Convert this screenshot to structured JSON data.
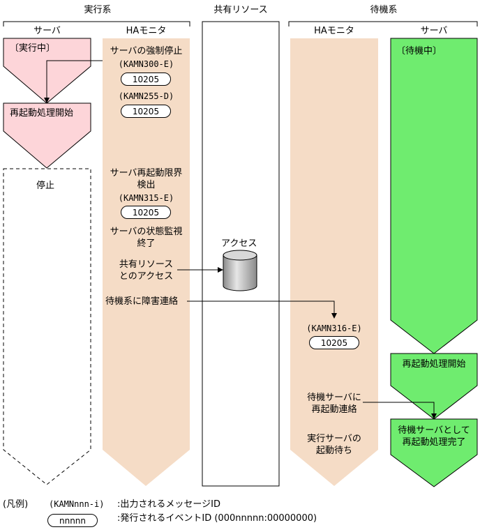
{
  "headers": {
    "active_system": "実行系",
    "shared_resource": "共有リソース",
    "standby_system": "待機系"
  },
  "columns": {
    "active_server": "サーバ",
    "active_ha_monitor": "HAモニタ",
    "standby_ha_monitor": "HAモニタ",
    "standby_server": "サーバ"
  },
  "active_server": {
    "state_running": "〔実行中〕",
    "restart_start": "再起動処理開始",
    "stopped": "停止"
  },
  "active_ha_monitor": {
    "forced_stop": "サーバの強制停止",
    "msg1": "(KAMN300-E)",
    "event1": "10205",
    "msg2": "(KAMN255-D)",
    "event2": "10205",
    "restart_limit_line1": "サーバ再起動限界",
    "restart_limit_line2": "検出",
    "msg3": "(KAMN315-E)",
    "event3": "10205",
    "monitor_end_line1": "サーバの状態監視",
    "monitor_end_line2": "終了",
    "access_line1": "共有リソース",
    "access_line2": "とのアクセス",
    "notify_standby": "待機系に障害連絡"
  },
  "shared_resource": {
    "access_label": "アクセス"
  },
  "standby_ha_monitor": {
    "msg": "(KAMN316-E)",
    "event": "10205",
    "restart_notify_line1": "待機サーバに",
    "restart_notify_line2": "再起動連絡",
    "wait_line1": "実行サーバの",
    "wait_line2": "起動待ち"
  },
  "standby_server": {
    "state_waiting": "〔待機中〕",
    "restart_start": "再起動処理開始",
    "restart_done_line1": "待機サーバとして",
    "restart_done_line2": "再起動処理完了"
  },
  "legend": {
    "title": "(凡例)",
    "message_format": "(KAMNnnn-i)",
    "message_desc": ":出力されるメッセージID",
    "event_format": "nnnnn",
    "event_desc": ":発行されるイベントID (000nnnnn:00000000)"
  },
  "colors": {
    "active_pink": "#fdd5d9",
    "peach": "#f5dcc6",
    "standby_green": "#6fec6f"
  }
}
